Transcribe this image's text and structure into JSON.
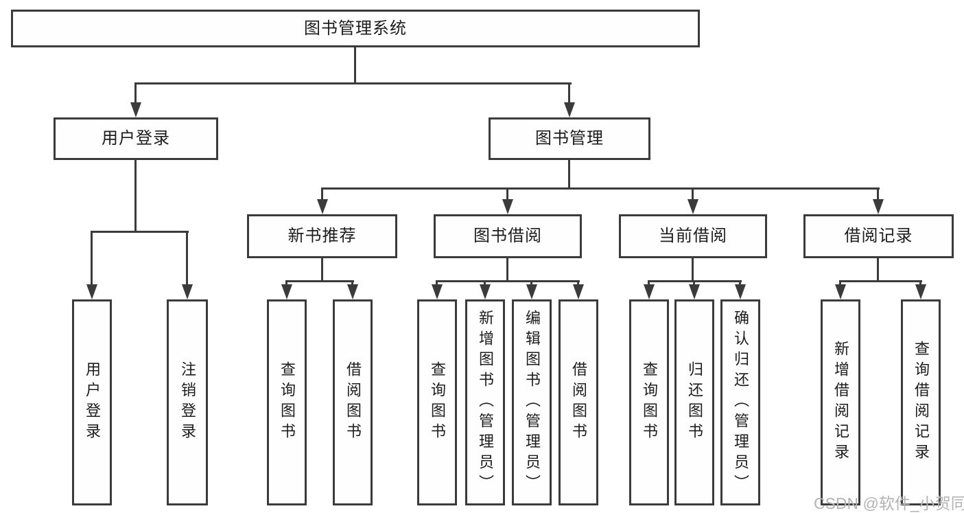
{
  "diagram": {
    "type": "hierarchy-tree",
    "tree": {
      "label": "图书管理系统",
      "children": [
        {
          "label": "用户登录",
          "children": [
            {
              "label": "用户登录"
            },
            {
              "label": "注销登录"
            }
          ]
        },
        {
          "label": "图书管理",
          "children": [
            {
              "label": "新书推荐",
              "children": [
                {
                  "label": "查询图书"
                },
                {
                  "label": "借阅图书"
                }
              ]
            },
            {
              "label": "图书借阅",
              "children": [
                {
                  "label": "查询图书"
                },
                {
                  "label": "新增图书（管理员）"
                },
                {
                  "label": "编辑图书（管理员）"
                },
                {
                  "label": "借阅图书"
                }
              ]
            },
            {
              "label": "当前借阅",
              "children": [
                {
                  "label": "查询图书"
                },
                {
                  "label": "归还图书"
                },
                {
                  "label": "确认归还（管理员）"
                }
              ]
            },
            {
              "label": "借阅记录",
              "children": [
                {
                  "label": "新增借阅记录"
                },
                {
                  "label": "查询借阅记录"
                }
              ]
            }
          ]
        }
      ]
    }
  },
  "watermark": {
    "text": "CSDN @软件_小贺同学",
    "color": "#b3b3b3"
  },
  "colors": {
    "line": "#3b3b3b",
    "box_border": "#3b3b3b",
    "box_fill": "#fefefe",
    "text": "#1c1c1c",
    "background": "#ffffff"
  }
}
